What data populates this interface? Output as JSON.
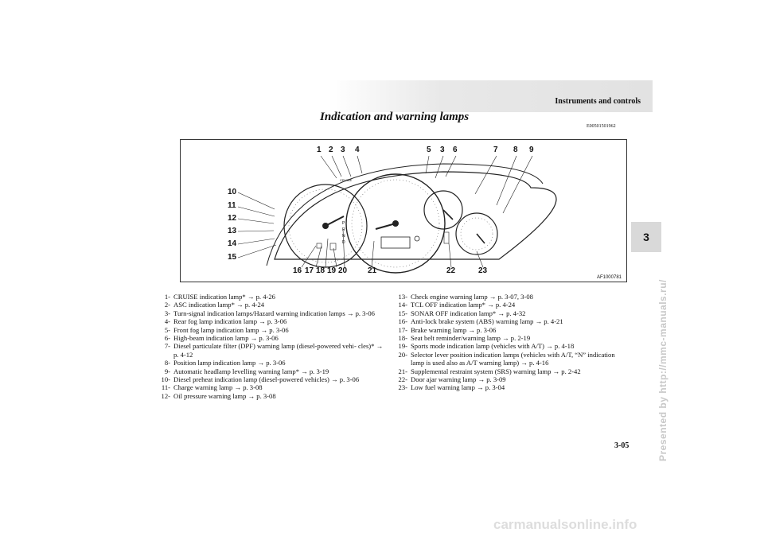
{
  "header": {
    "title": "Instruments and controls"
  },
  "chapter_tab": "3",
  "side_watermark": "Presented by http://mmc-manuals.ru/",
  "section": {
    "title": "Indication and warning lamps",
    "code": "E00501501962"
  },
  "figure": {
    "code": "AF1000781",
    "numbers_top": [
      "1",
      "2",
      "3",
      "4",
      "5",
      "3",
      "6",
      "7",
      "8",
      "9"
    ],
    "numbers_left": [
      "10",
      "11",
      "12",
      "13",
      "14",
      "15"
    ],
    "numbers_bottom": [
      "16",
      "17",
      "18",
      "19",
      "20",
      "21",
      "22",
      "23"
    ],
    "gauge_labels": {
      "cruise": "CRUISE",
      "gear_p": "P",
      "gear_r": "R",
      "gear_n": "N",
      "gear_d": "D"
    }
  },
  "lamps_left": [
    {
      "n": "1-",
      "text": "CRUISE indication lamp* → p. 4-26"
    },
    {
      "n": "2-",
      "text": "ASC indication lamp* → p. 4-24"
    },
    {
      "n": "3-",
      "text": "Turn-signal indication lamps/Hazard warning indication lamps → p. 3-06"
    },
    {
      "n": "4-",
      "text": "Rear fog lamp indication lamp → p. 3-06"
    },
    {
      "n": "5-",
      "text": "Front fog lamp indication lamp → p. 3-06"
    },
    {
      "n": "6-",
      "text": "High-beam indication lamp → p. 3-06"
    },
    {
      "n": "7-",
      "text": "Diesel particulate filter (DPF) warning lamp (diesel-powered vehi- cles)* → p. 4-12"
    },
    {
      "n": "8-",
      "text": "Position lamp indication lamp → p. 3-06"
    },
    {
      "n": "9-",
      "text": "Automatic headlamp levelling warning lamp* → p. 3-19"
    },
    {
      "n": "10-",
      "text": "Diesel preheat indication lamp (diesel-powered vehicles) → p. 3-06"
    },
    {
      "n": "11-",
      "text": "Charge warning lamp → p. 3-08"
    },
    {
      "n": "12-",
      "text": "Oil pressure warning lamp → p. 3-08"
    }
  ],
  "lamps_right": [
    {
      "n": "13-",
      "text": "Check engine warning lamp → p. 3-07, 3-08"
    },
    {
      "n": "14-",
      "text": "TCL OFF indication lamp* → p. 4-24"
    },
    {
      "n": "15-",
      "text": "SONAR OFF indication lamp* → p. 4-32"
    },
    {
      "n": "16-",
      "text": "Anti-lock brake system (ABS) warning lamp → p. 4-21"
    },
    {
      "n": "17-",
      "text": "Brake warning lamp → p. 3-06"
    },
    {
      "n": "18-",
      "text": "Seat belt reminder/warning lamp → p. 2-19"
    },
    {
      "n": "19-",
      "text": "Sports mode indication lamp (vehicles with A/T) → p. 4-18"
    },
    {
      "n": "20-",
      "text": "Selector lever position indication lamps (vehicles with A/T, “N” indication lamp is used also as A/T warning lamp) → p. 4-16"
    },
    {
      "n": "21-",
      "text": "Supplemental restraint system (SRS) warning lamp → p. 2-42"
    },
    {
      "n": "22-",
      "text": "Door ajar warning lamp → p. 3-09"
    },
    {
      "n": "23-",
      "text": "Low fuel warning lamp → p. 3-04"
    }
  ],
  "page_number": "3-05",
  "bottom_watermark": "carmanualsonline.info"
}
